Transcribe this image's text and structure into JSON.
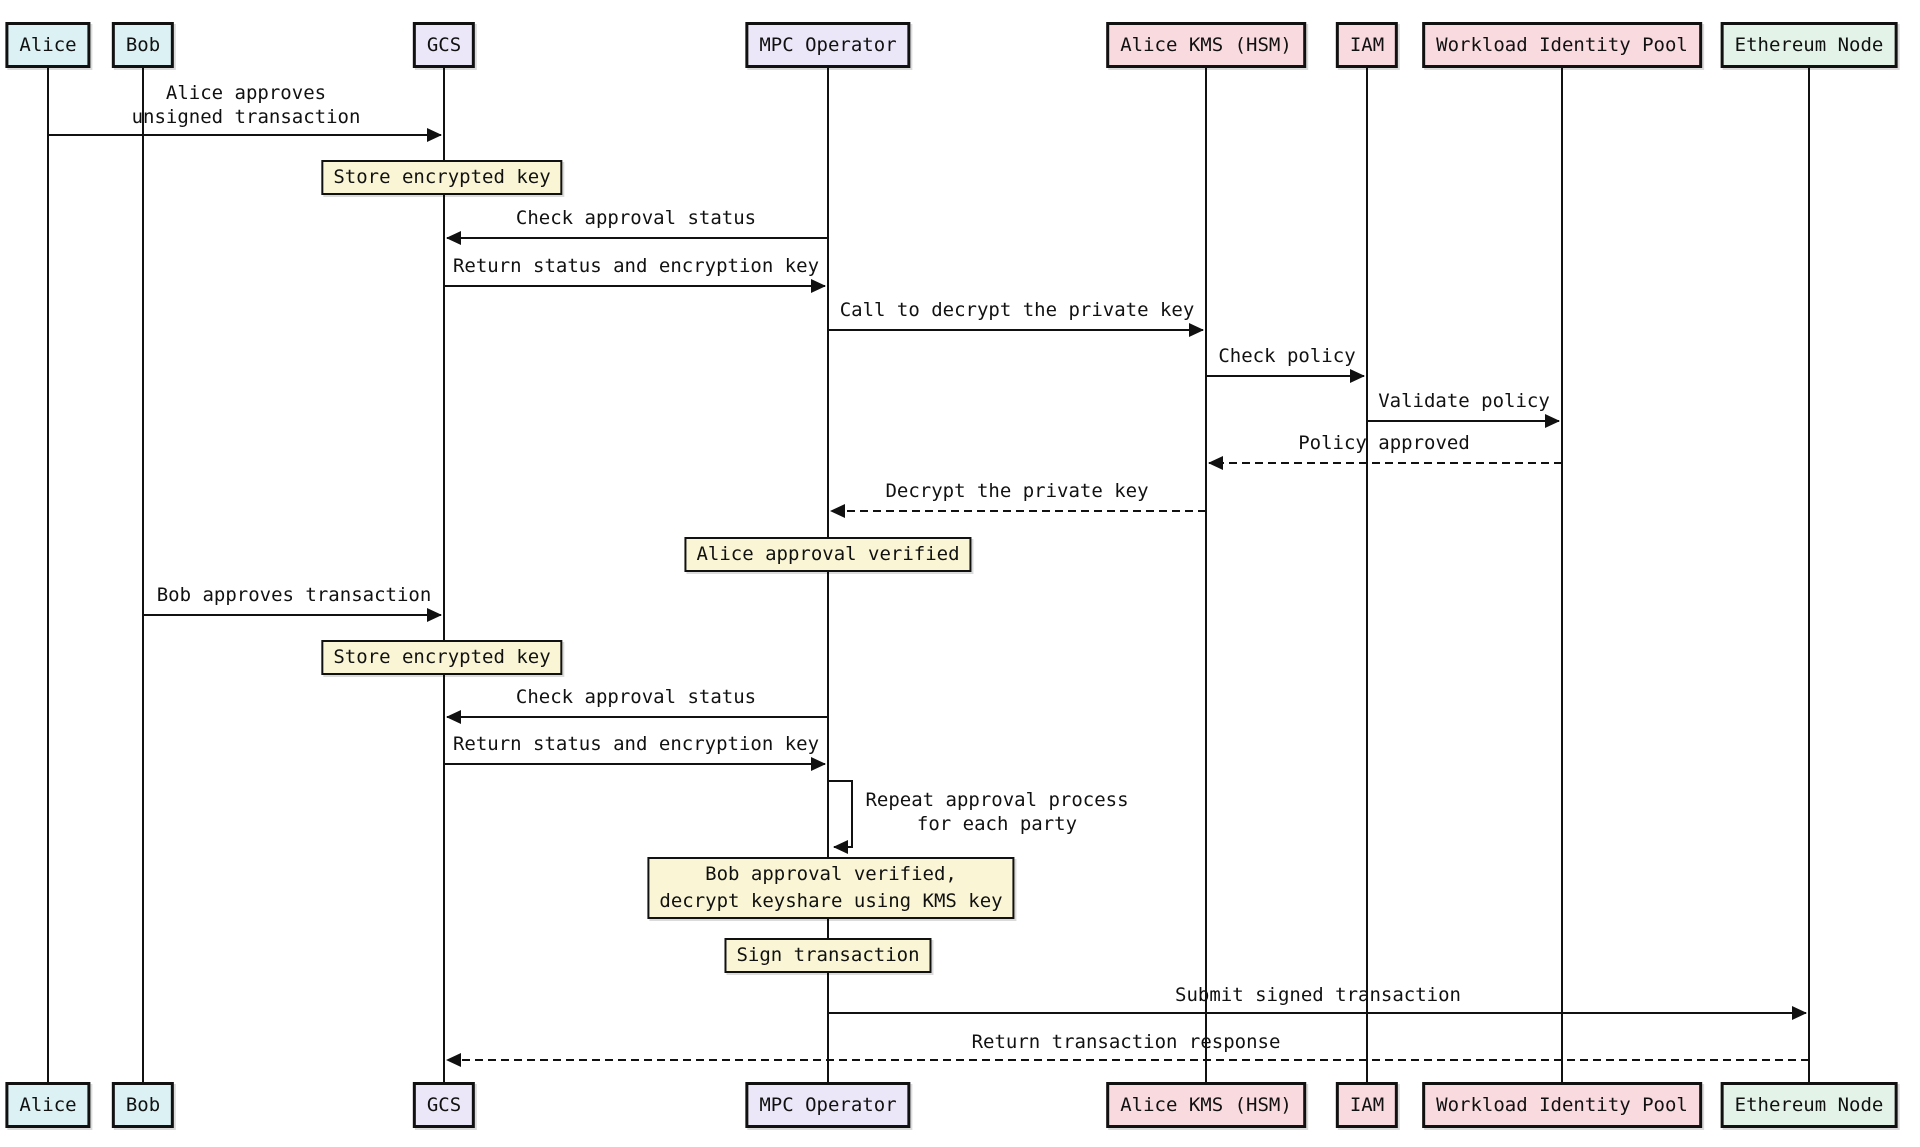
{
  "diagram_type": "sequence-diagram",
  "colors": {
    "background": "#FFFFFF",
    "line": "#111111",
    "text": "#111111",
    "actor_user": "#DBF1F4",
    "actor_service": "#ECE7F8",
    "actor_security": "#F8DADF",
    "actor_blockchain": "#E3F3E8",
    "note_fill": "#FAF6D5",
    "note_border": "#111111"
  },
  "actors": [
    {
      "name": "Alice",
      "color": "#DBF1F4"
    },
    {
      "name": "Bob",
      "color": "#DBF1F4"
    },
    {
      "name": "GCS",
      "color": "#ECE7F8"
    },
    {
      "name": "MPC Operator",
      "color": "#ECE7F8"
    },
    {
      "name": "Alice KMS (HSM)",
      "color": "#F8DADF"
    },
    {
      "name": "IAM",
      "color": "#F8DADF"
    },
    {
      "name": "Workload Identity Pool",
      "color": "#F8DADF"
    },
    {
      "name": "Ethereum Node",
      "color": "#E3F3E8"
    }
  ],
  "events": [
    {
      "kind": "message",
      "from": "Alice",
      "to": "GCS",
      "label": "Alice approves\nunsigned transaction",
      "line_style": "solid"
    },
    {
      "kind": "note",
      "over": "GCS",
      "label": "Store encrypted key"
    },
    {
      "kind": "message",
      "from": "MPC Operator",
      "to": "GCS",
      "label": "Check approval status",
      "line_style": "solid"
    },
    {
      "kind": "message",
      "from": "GCS",
      "to": "MPC Operator",
      "label": "Return status and encryption key",
      "line_style": "solid"
    },
    {
      "kind": "message",
      "from": "MPC Operator",
      "to": "Alice KMS (HSM)",
      "label": "Call to decrypt the private key",
      "line_style": "solid"
    },
    {
      "kind": "message",
      "from": "Alice KMS (HSM)",
      "to": "IAM",
      "label": "Check policy",
      "line_style": "solid"
    },
    {
      "kind": "message",
      "from": "IAM",
      "to": "Workload Identity Pool",
      "label": "Validate policy",
      "line_style": "solid"
    },
    {
      "kind": "message",
      "from": "Workload Identity Pool",
      "to": "Alice KMS (HSM)",
      "label": "Policy approved",
      "line_style": "dashed"
    },
    {
      "kind": "message",
      "from": "Alice KMS (HSM)",
      "to": "MPC Operator",
      "label": "Decrypt the private key",
      "line_style": "dashed"
    },
    {
      "kind": "note",
      "over": "MPC Operator",
      "label": "Alice approval verified"
    },
    {
      "kind": "message",
      "from": "Bob",
      "to": "GCS",
      "label": "Bob approves transaction",
      "line_style": "solid"
    },
    {
      "kind": "note",
      "over": "GCS",
      "label": "Store encrypted key"
    },
    {
      "kind": "message",
      "from": "MPC Operator",
      "to": "GCS",
      "label": "Check approval status",
      "line_style": "solid"
    },
    {
      "kind": "message",
      "from": "GCS",
      "to": "MPC Operator",
      "label": "Return status and encryption key",
      "line_style": "solid"
    },
    {
      "kind": "self_message",
      "on": "MPC Operator",
      "label": "Repeat approval process\nfor each party",
      "line_style": "solid"
    },
    {
      "kind": "note",
      "over": "MPC Operator",
      "label": "Bob approval verified,\ndecrypt keyshare using KMS key"
    },
    {
      "kind": "note",
      "over": "MPC Operator",
      "label": "Sign transaction"
    },
    {
      "kind": "message",
      "from": "MPC Operator",
      "to": "Ethereum Node",
      "label": "Submit signed transaction",
      "line_style": "solid"
    },
    {
      "kind": "message",
      "from": "Ethereum Node",
      "to": "GCS",
      "label": "Return transaction response",
      "line_style": "dashed"
    }
  ]
}
